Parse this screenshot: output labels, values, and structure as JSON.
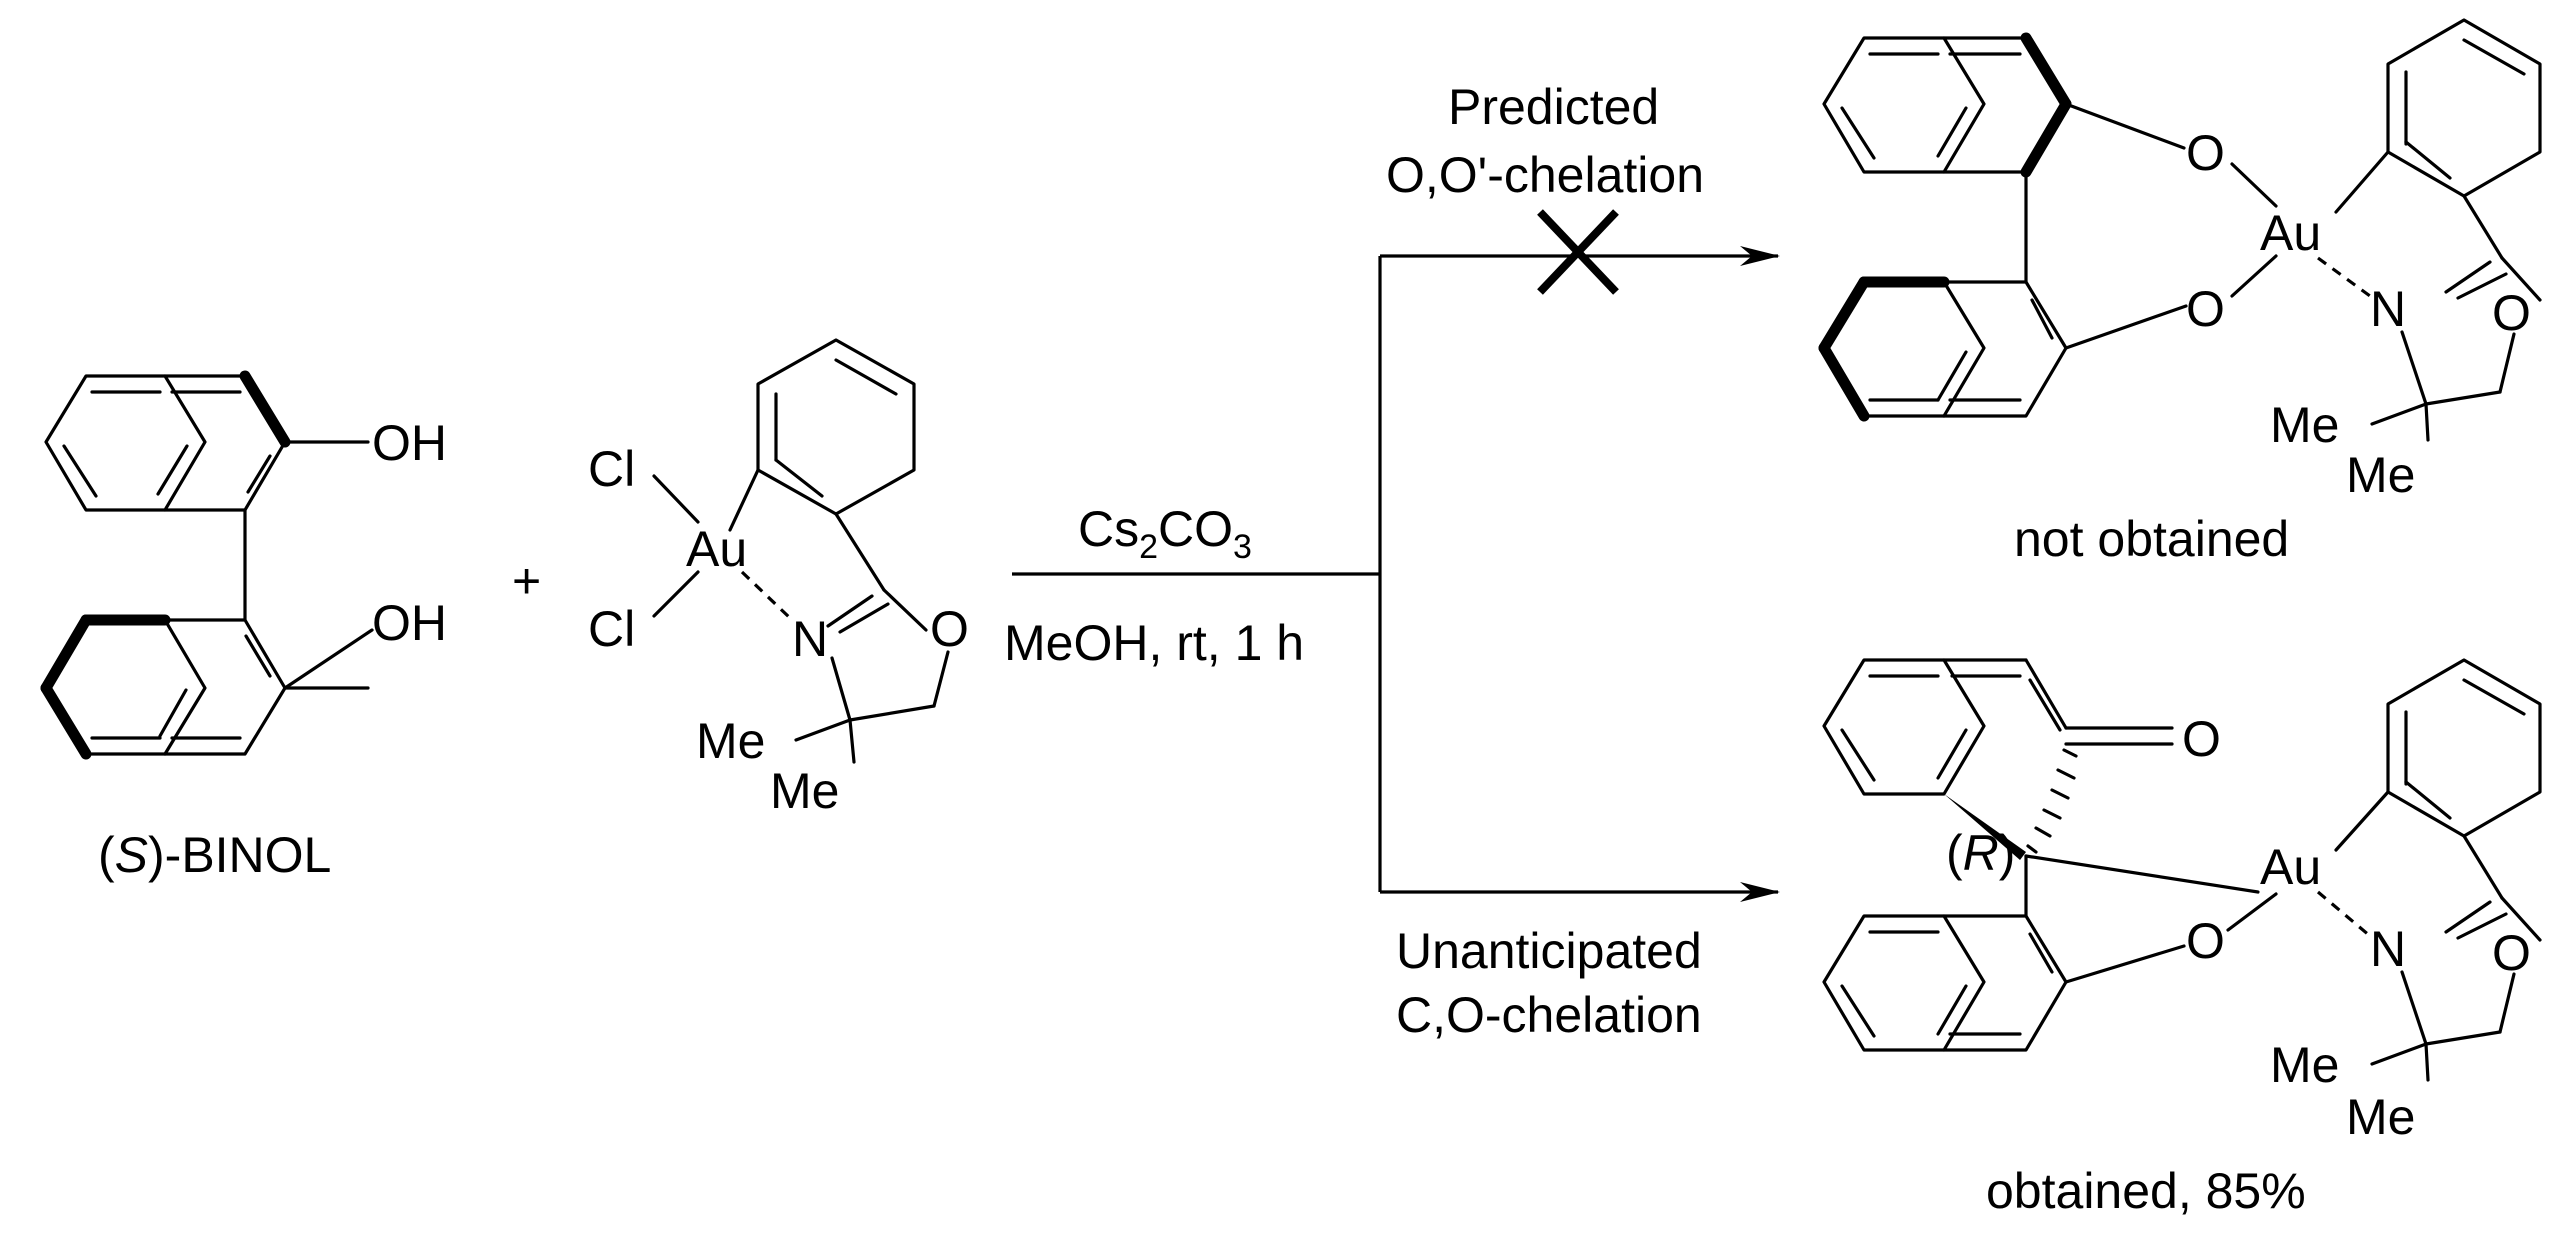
{
  "reactants": {
    "binol": {
      "oh_upper": "OH",
      "oh_lower": "OH",
      "label_open": "(",
      "label_italic": "S",
      "label_rest": ")-BINOL"
    },
    "plus": "+",
    "gold_complex": {
      "cl_upper": "Cl",
      "cl_lower": "Cl",
      "metal": "Au",
      "n_atom": "N",
      "o_atom": "O",
      "me_upper": "Me",
      "me_lower": "Me"
    }
  },
  "conditions": {
    "reagent_prefix": "Cs",
    "reagent_sub1": "2",
    "reagent_mid": "CO",
    "reagent_sub2": "3",
    "solvent_line": "MeOH, rt, 1 h"
  },
  "upper_path": {
    "label_line1": "Predicted",
    "label_line2": "O,O'-chelation",
    "product_caption": "not obtained",
    "atoms": {
      "o_top": "O",
      "o_bottom": "O",
      "metal": "Au",
      "n_atom": "N",
      "o_ring": "O",
      "me_upper": "Me",
      "me_lower": "Me"
    }
  },
  "lower_path": {
    "label_line1": "Unanticipated",
    "label_line2": "C,O-chelation",
    "product_caption": "obtained, 85%",
    "atoms": {
      "carbonyl_o": "O",
      "stereo_open": "(",
      "stereo_italic": "R",
      "stereo_close": ")",
      "metal": "Au",
      "o_phenoxide": "O",
      "n_atom": "N",
      "o_ring": "O",
      "me_upper": "Me",
      "me_lower": "Me"
    }
  }
}
